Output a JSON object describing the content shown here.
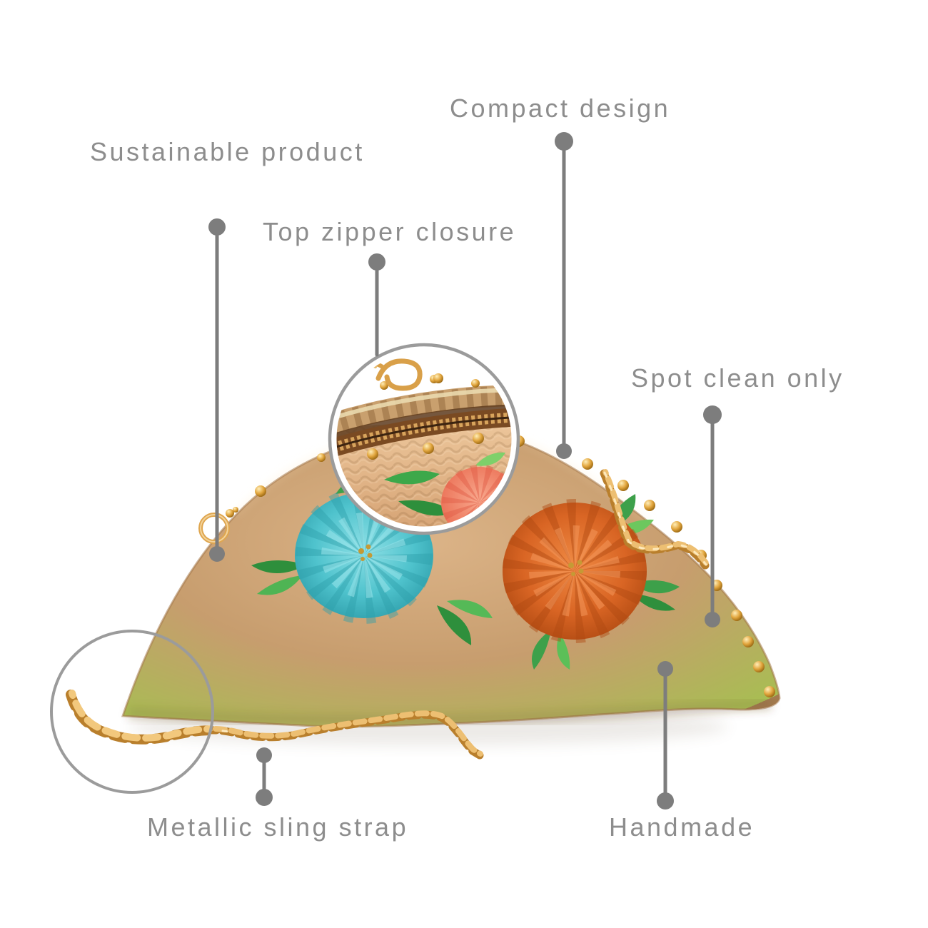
{
  "page": {
    "type": "product-feature-infographic",
    "background": "#ffffff"
  },
  "callouts": [
    {
      "id": "sustainable",
      "label": "Sustainable product"
    },
    {
      "id": "top-zipper",
      "label": "Top zipper closure"
    },
    {
      "id": "compact",
      "label": "Compact design"
    },
    {
      "id": "spot-clean",
      "label": "Spot clean only"
    },
    {
      "id": "metallic-strap",
      "label": "Metallic sling strap"
    },
    {
      "id": "handmade",
      "label": "Handmade"
    }
  ],
  "magnifiers": [
    {
      "id": "zipper-detail",
      "shows": "top zipper closure with gold clasp, beads and embroidery"
    },
    {
      "id": "chain-detail",
      "shows": "gold metallic sling chain at bag bottom corner"
    }
  ],
  "colors": {
    "background": "#ffffff",
    "label_text": "#8d8d8d",
    "callout_line": "#7d7d7d",
    "circle_ring": "#9b9b9b",
    "jute": "#c69c6d",
    "jute_light": "#dcb488",
    "jute_dark": "#a87f53",
    "flower_blue": "#4fc3cd",
    "flower_orange": "#d96524",
    "flower_coral": "#ee7a61",
    "leaf_green": "#3da04a",
    "gold_chain": "#dfa64f",
    "zipper_brown": "#7a4a22"
  }
}
